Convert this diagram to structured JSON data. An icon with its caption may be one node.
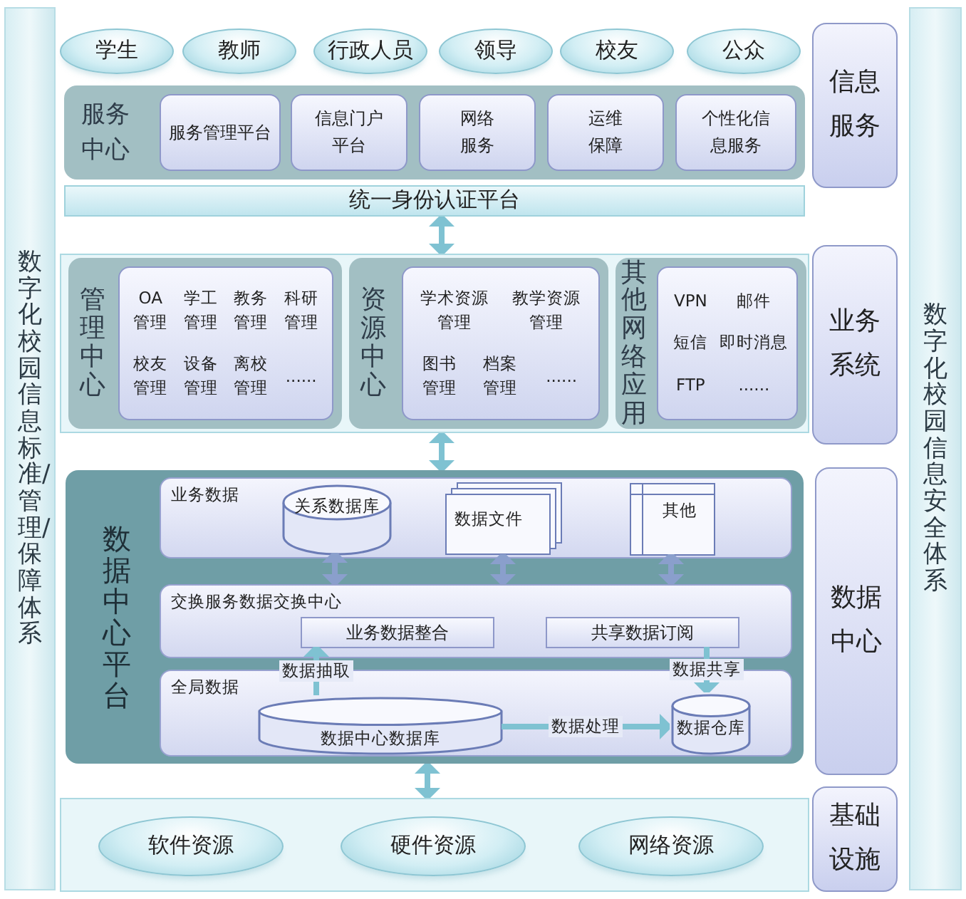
{
  "diagram": {
    "nodes": [
      {
        "text": [
          "数字化校园信息标准/管理/保障体系"
        ]
      },
      {
        "text": [
          "数字化校园信息安全体系"
        ]
      },
      {
        "text": [
          "学生"
        ]
      },
      {
        "text": [
          "教师"
        ]
      },
      {
        "text": [
          "行政人员"
        ]
      },
      {
        "text": [
          "领导"
        ]
      },
      {
        "text": [
          "校友"
        ]
      },
      {
        "text": [
          "公众"
        ]
      },
      {
        "text": [
          "信息服务"
        ]
      },
      {
        "text": [
          "服务中心"
        ]
      },
      {
        "text": [
          "服务管理平台"
        ],
        "in": 9
      },
      {
        "text": [
          "信息门户平台"
        ],
        "in": 9
      },
      {
        "text": [
          "网络服务"
        ],
        "in": 9
      },
      {
        "text": [
          "运维保障"
        ],
        "in": 9
      },
      {
        "text": [
          "个性化信息服务"
        ],
        "in": 9
      },
      {
        "text": [
          "统一身份认证平台"
        ]
      },
      {
        "text": [],
        "shape": "box"
      },
      {
        "text": [
          "管理中心"
        ],
        "in": 16
      },
      {
        "text": [
          "OA管理",
          "学工管理",
          "教务管理",
          "科研管理",
          "校友管理",
          "设备管理",
          "离校管理",
          "......"
        ],
        "in": 17
      },
      {
        "text": [
          "资源中心"
        ],
        "in": 16
      },
      {
        "text": [
          "学术资源管理",
          "教学资源管理",
          "图书管理",
          "档案管理",
          "......"
        ],
        "in": 19
      },
      {
        "text": [
          "其他网络应用"
        ],
        "in": 16
      },
      {
        "text": [
          "VPN",
          "邮件",
          "短信",
          "即时消息",
          "FTP",
          "......"
        ],
        "in": 21
      },
      {
        "text": [
          "业务系统"
        ]
      },
      {
        "text": [
          "数据中心平台"
        ]
      },
      {
        "text": [
          "业务数据"
        ],
        "in": 24
      },
      {
        "text": [
          "关系数据库"
        ],
        "in": 25
      },
      {
        "text": [
          "数据文件"
        ],
        "in": 25
      },
      {
        "text": [
          "其他"
        ],
        "in": 25
      },
      {
        "text": [
          "交换服务数据交换中心"
        ],
        "in": 24
      },
      {
        "text": [
          "业务数据整合"
        ],
        "in": 29
      },
      {
        "text": [
          "共享数据订阅"
        ],
        "in": 29
      },
      {
        "text": [
          "全局数据"
        ],
        "in": 24
      },
      {
        "text": [
          "数据中心数据库"
        ],
        "in": 32
      },
      {
        "text": [
          "数据仓库"
        ],
        "in": 32
      },
      {
        "text": [
          "数据中心"
        ]
      },
      {
        "text": [],
        "shape": "box"
      },
      {
        "text": [
          "软件资源"
        ],
        "in": 36
      },
      {
        "text": [
          "硬件资源"
        ],
        "in": 36
      },
      {
        "text": [
          "网络资源"
        ],
        "in": 36
      },
      {
        "text": [
          "基础设施"
        ]
      }
    ],
    "edges": [
      {
        "from": 15,
        "to": 16,
        "arrow": "both"
      },
      {
        "from": 16,
        "to": 24,
        "arrow": "both"
      },
      {
        "from": 26,
        "to": 29,
        "arrow": "both",
        "color": "#8a9fcc"
      },
      {
        "from": 27,
        "to": 29,
        "arrow": "both",
        "color": "#8a9fcc"
      },
      {
        "from": 28,
        "to": 29,
        "arrow": "both",
        "color": "#8a9fcc"
      },
      {
        "from": 33,
        "to": 30,
        "arrow": "to",
        "label": "数据抽取"
      },
      {
        "from": 31,
        "to": 34,
        "arrow": "to",
        "label": "数据共享"
      },
      {
        "from": 33,
        "to": 34,
        "arrow": "to",
        "label": "数据处理"
      },
      {
        "from": 24,
        "to": 36,
        "arrow": "both"
      }
    ]
  }
}
